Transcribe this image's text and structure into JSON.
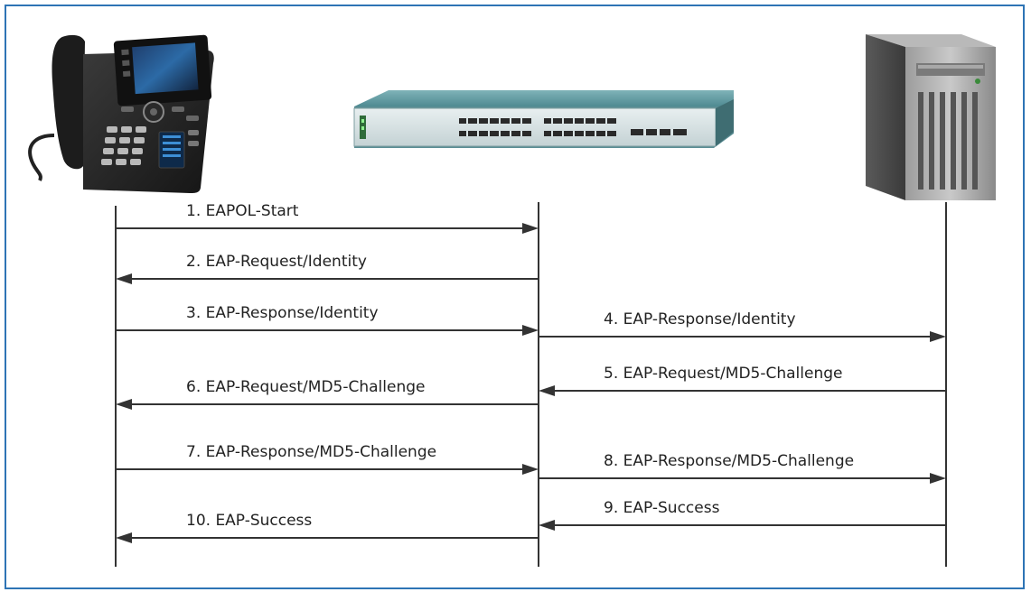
{
  "diagram": {
    "nodes": [
      {
        "id": "phone",
        "icon": "ip-phone-icon",
        "label": ""
      },
      {
        "id": "switch",
        "icon": "network-switch-icon",
        "label": ""
      },
      {
        "id": "server",
        "icon": "server-tower-icon",
        "label": ""
      }
    ],
    "messages": [
      {
        "n": 1,
        "label": "1. EAPOL-Start",
        "from": "phone",
        "to": "switch"
      },
      {
        "n": 2,
        "label": "2. EAP-Request/Identity",
        "from": "switch",
        "to": "phone"
      },
      {
        "n": 3,
        "label": "3. EAP-Response/Identity",
        "from": "phone",
        "to": "switch"
      },
      {
        "n": 4,
        "label": "4. EAP-Response/Identity",
        "from": "switch",
        "to": "server"
      },
      {
        "n": 5,
        "label": "5. EAP-Request/MD5-Challenge",
        "from": "server",
        "to": "switch"
      },
      {
        "n": 6,
        "label": "6. EAP-Request/MD5-Challenge",
        "from": "switch",
        "to": "phone"
      },
      {
        "n": 7,
        "label": "7. EAP-Response/MD5-Challenge",
        "from": "phone",
        "to": "switch"
      },
      {
        "n": 8,
        "label": "8. EAP-Response/MD5-Challenge",
        "from": "switch",
        "to": "server"
      },
      {
        "n": 9,
        "label": "9. EAP-Success",
        "from": "server",
        "to": "switch"
      },
      {
        "n": 10,
        "label": "10. EAP-Success",
        "from": "switch",
        "to": "phone"
      }
    ],
    "colors": {
      "border": "#2e74b5",
      "line": "#333333",
      "text": "#222222"
    }
  }
}
